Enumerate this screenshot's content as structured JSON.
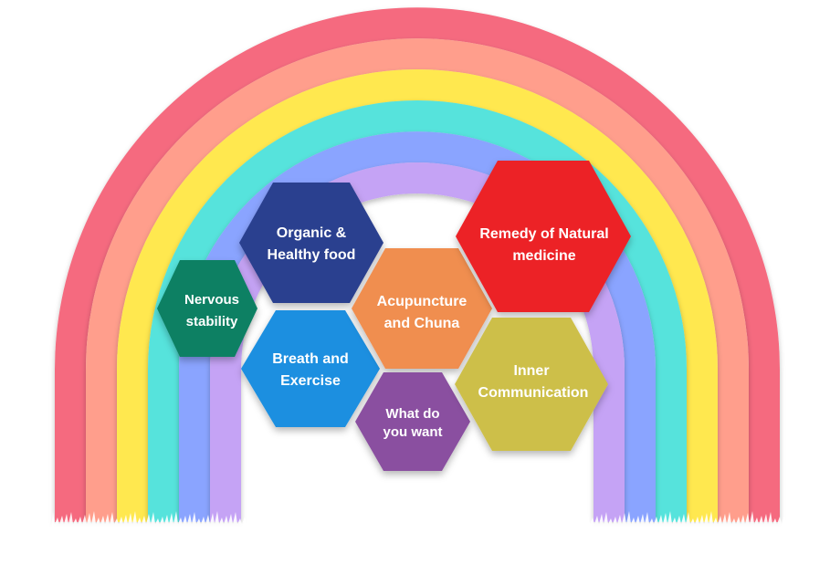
{
  "rainbow": {
    "bands": [
      {
        "name": "red",
        "color": "#f56b7f"
      },
      {
        "name": "salmon",
        "color": "#ff9e8c"
      },
      {
        "name": "yellow",
        "color": "#ffe84f"
      },
      {
        "name": "turquoise",
        "color": "#56e3dc"
      },
      {
        "name": "periwinkle",
        "color": "#8aa4ff"
      },
      {
        "name": "lavender",
        "color": "#c5a3f5"
      }
    ]
  },
  "hexagons": {
    "organic": {
      "line1": "Organic &",
      "line2": "Healthy food",
      "color": "#2b3f8f"
    },
    "nervous": {
      "line1": "Nervous",
      "line2": "stability",
      "color": "#118063"
    },
    "breath": {
      "line1": "Breath and",
      "line2": "Exercise",
      "color": "#1e8fe0"
    },
    "acupuncture": {
      "line1": "Acupuncture",
      "line2": "and Chuna",
      "color": "#f08e4f"
    },
    "want": {
      "line1": "What do",
      "line2": "you want",
      "color": "#8a4fa0"
    },
    "remedy": {
      "line1": "Remedy of Natural",
      "line2": "medicine",
      "color": "#ec2128"
    },
    "inner": {
      "line1": "Inner",
      "line2": "Communication",
      "color": "#cdbf4a"
    }
  }
}
